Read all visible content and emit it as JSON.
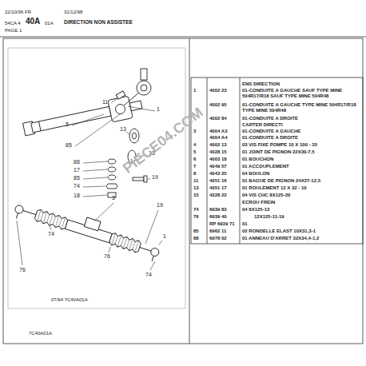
{
  "diagram": {
    "title": "DIRECTION NON ASSISTEE",
    "labels": [
      "22/10/96 FR",
      "54CA 4",
      "40A",
      "01A",
      "PAGE 1",
      "31/12/98",
      "1",
      "4002 23",
      "ENS DIRECTION",
      "01-CONDUITE A GAUCHE SAUF TYPE MINE 504R17/R18 SAUF TYPE MINE 504R48",
      "4002 95",
      "01-CONDUITE A GAUCHE TYPE MINE 504R17/R18 TYPE MINE 504R48",
      "4002 84",
      "01-CONDUITE A DROITE",
      "CARTER DIRECTI",
      "3",
      "4004 A3",
      "01-CONDUITE A GAUCHE",
      "4004 A4",
      "01-CONDUITE A DROITE",
      "4",
      "4002 13",
      "03 VIS FIXE POMPE 10 X 100 - 35",
      "5",
      "4028 15",
      "01 JOINT DE PIGNON 22X30-7,5",
      "6",
      "4003 18",
      "01 BOUCHON",
      "7",
      "4049 57",
      "01 ACCOUPLEMENT",
      "8",
      "4043 25",
      "04 BOULON",
      "11",
      "4051 16",
      "01 BAGUE DE PIGNON 24X27-12,5",
      "13",
      "4051 17",
      "01 ROULEMENT 12 X 32 - 10",
      "15",
      "4228 22",
      "04 VIS CHC 8X125-20",
      "ECROU FREIN",
      "74",
      "6939 83",
      "04 8X125-13",
      "76",
      "6939 40",
      "12X125-11-19",
      "RP 6939 71",
      "01",
      "85",
      "6962 11",
      "02 RONDELLE ELAST 10X31,3-1",
      "88",
      "6978 02",
      "01 ANNEAU D'ARRET 32X34,4-1,2",
      "11",
      "5",
      "85",
      "1",
      "13",
      "13",
      "88",
      "17",
      "85",
      "74",
      "18",
      "19",
      "3",
      "74",
      "76",
      "19",
      "74",
      "76",
      "1",
      "07/94 7C40A01A",
      "7C40A01A",
      "PIECE04.COM"
    ]
  }
}
